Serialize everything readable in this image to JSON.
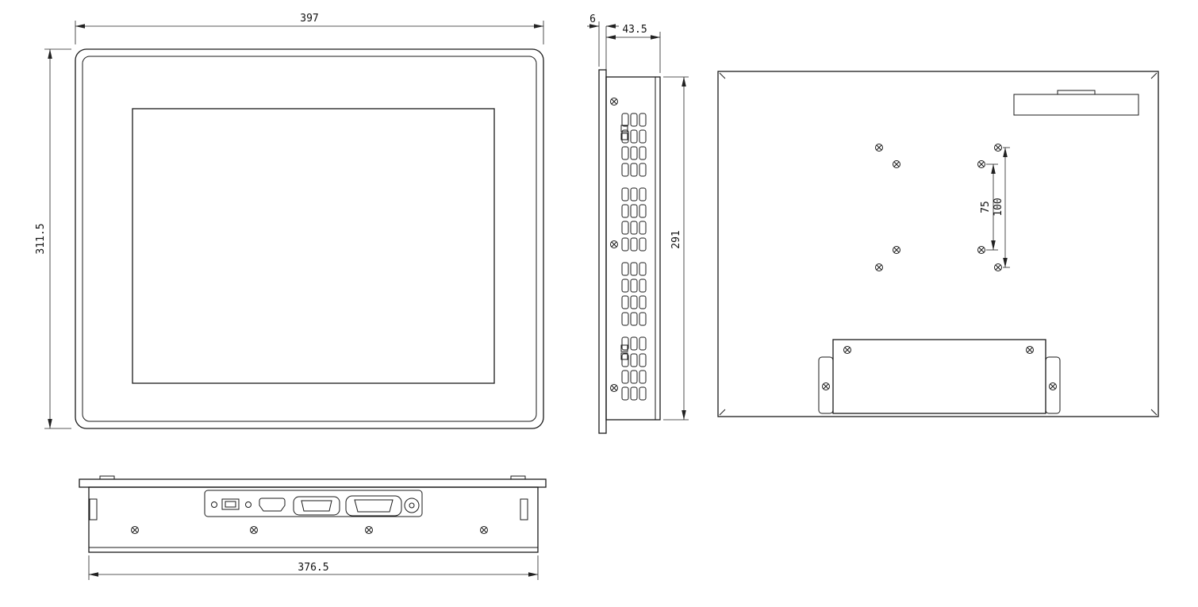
{
  "dimensions": {
    "front_width": "397",
    "front_height": "311.5",
    "side_bezel": "6",
    "side_depth": "43.5",
    "side_height": "291",
    "vesa_inner": "75",
    "vesa_outer": "100",
    "bottom_width": "376.5"
  }
}
